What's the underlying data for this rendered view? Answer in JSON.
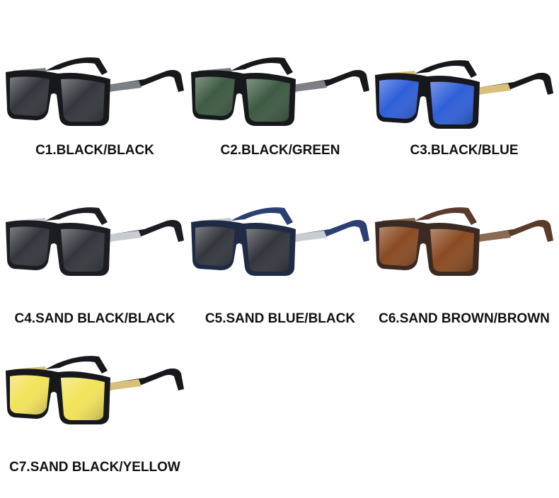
{
  "variants": [
    {
      "label": "C1.BLACK/BLACK",
      "colors": {
        "frame": "#16181c",
        "temple": "#16181c",
        "hinge": "#7c7f84",
        "lens": "#33373d"
      },
      "icon": "sunglasses-icon"
    },
    {
      "label": "C2.BLACK/GREEN",
      "colors": {
        "frame": "#16181c",
        "temple": "#16181c",
        "hinge": "#7c7f84",
        "lens": "#3d5a42"
      },
      "icon": "sunglasses-icon"
    },
    {
      "label": "C3.BLACK/BLUE",
      "colors": {
        "frame": "#16181c",
        "temple": "#16181c",
        "hinge": "#d8c07a",
        "lens": "#2f5fd8"
      },
      "icon": "sunglasses-icon"
    },
    {
      "label": "C4.SAND BLACK/BLACK",
      "colors": {
        "frame": "#1b1d22",
        "temple": "#1b1d22",
        "hinge": "#c8cbd0",
        "lens": "#33373d"
      },
      "icon": "sunglasses-icon"
    },
    {
      "label": "C5.SAND BLUE/BLACK",
      "colors": {
        "frame": "#1f2a44",
        "temple": "#2c3f73",
        "hinge": "#c8cbd0",
        "lens": "#33373d"
      },
      "icon": "sunglasses-icon"
    },
    {
      "label": "C6.SAND BROWN/BROWN",
      "colors": {
        "frame": "#3a2a22",
        "temple": "#5a3a2a",
        "hinge": "#8a6a52",
        "lens": "#8a4a22"
      },
      "icon": "sunglasses-icon"
    },
    {
      "label": "C7.SAND BLACK/YELLOW",
      "colors": {
        "frame": "#16181c",
        "temple": "#16181c",
        "hinge": "#d8c07a",
        "lens": "#f2e35a"
      },
      "icon": "sunglasses-icon"
    }
  ]
}
